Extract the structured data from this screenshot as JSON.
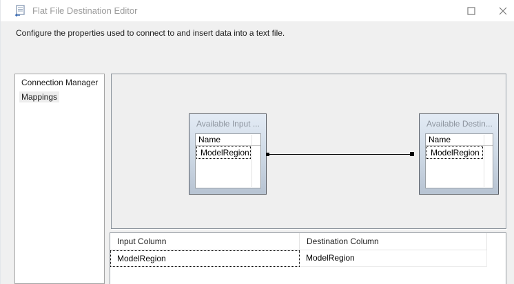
{
  "window": {
    "title": "Flat File Destination Editor",
    "description": "Configure the properties used to connect to and insert data into a text file.",
    "controls": {
      "maximize": "maximize",
      "close": "close"
    }
  },
  "sidebar": {
    "items": [
      {
        "label": "Connection Manager",
        "selected": false
      },
      {
        "label": "Mappings",
        "selected": true
      }
    ]
  },
  "diagram": {
    "source_box": {
      "title": "Available Input ...",
      "column_header": "Name",
      "rows": [
        "ModelRegion"
      ]
    },
    "destination_box": {
      "title": "Available Destin...",
      "column_header": "Name",
      "rows": [
        "ModelRegion"
      ]
    },
    "connector": {
      "from": "ModelRegion",
      "to": "ModelRegion"
    }
  },
  "mapping_table": {
    "columns": [
      "Input Column",
      "Destination Column"
    ],
    "rows": [
      {
        "input": "ModelRegion",
        "destination": "ModelRegion"
      }
    ]
  },
  "colors": {
    "titlebar_bg": "#ffffff",
    "title_text": "#9b9b9b",
    "window_bg": "#f0f0f0",
    "box_gradient_top": "#e3ebf5",
    "box_gradient_bottom": "#b7c3d2",
    "box_border": "#565b63",
    "box_title_text": "#8c939d",
    "panel_border": "#878f98",
    "icon_blue": "#3a6cb5"
  }
}
